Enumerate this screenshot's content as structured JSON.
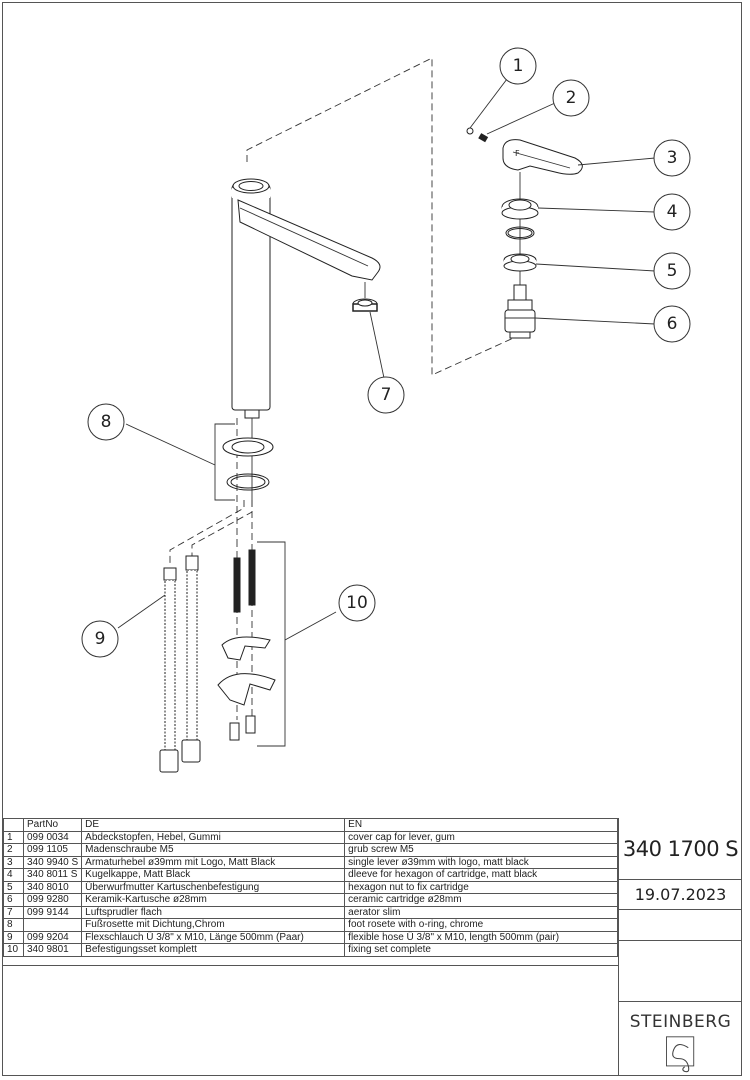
{
  "document": {
    "type": "exploded-view spare parts drawing",
    "article_number": "340 1700 S",
    "date": "19.07.2023",
    "brand": "STEINBERG"
  },
  "callouts": [
    "1",
    "2",
    "3",
    "4",
    "5",
    "6",
    "7",
    "8",
    "9",
    "10"
  ],
  "parts_table": {
    "headers": {
      "index": "",
      "part_no": "PartNo",
      "de": "DE",
      "en": "EN"
    },
    "rows": [
      {
        "index": "1",
        "part_no": "099 0034",
        "de": "Abdeckstopfen, Hebel, Gummi",
        "en": "cover cap for lever, gum"
      },
      {
        "index": "2",
        "part_no": "099 1105",
        "de": "Madenschraube M5",
        "en": "grub screw M5"
      },
      {
        "index": "3",
        "part_no": "340 9940 S",
        "de": "Armaturhebel ø39mm mit Logo, Matt Black",
        "en": "single lever ø39mm with logo, matt black"
      },
      {
        "index": "4",
        "part_no": "340 8011 S",
        "de": "Kugelkappe, Matt Black",
        "en": "dleeve for hexagon of cartridge, matt black"
      },
      {
        "index": "5",
        "part_no": "340 8010",
        "de": "Überwurfmutter Kartuschenbefestigung",
        "en": "hexagon nut to fix cartridge"
      },
      {
        "index": "6",
        "part_no": "099 9280",
        "de": "Keramik-Kartusche ø28mm",
        "en": "ceramic cartridge ø28mm"
      },
      {
        "index": "7",
        "part_no": "099 9144",
        "de": "Luftsprudler flach",
        "en": "aerator slim"
      },
      {
        "index": "8",
        "part_no": "",
        "de": "Fußrosette mit Dichtung,Chrom",
        "en": "foot rosete with o-ring, chrome"
      },
      {
        "index": "9",
        "part_no": "099 9204",
        "de": "Flexschlauch Ü 3/8\" x M10, Länge 500mm (Paar)",
        "en": "flexible hose Ü 3/8\" x M10, length 500mm (pair)"
      },
      {
        "index": "10",
        "part_no": "340 9801",
        "de": "Befestigungsset komplett",
        "en": "fixing set complete"
      }
    ]
  }
}
